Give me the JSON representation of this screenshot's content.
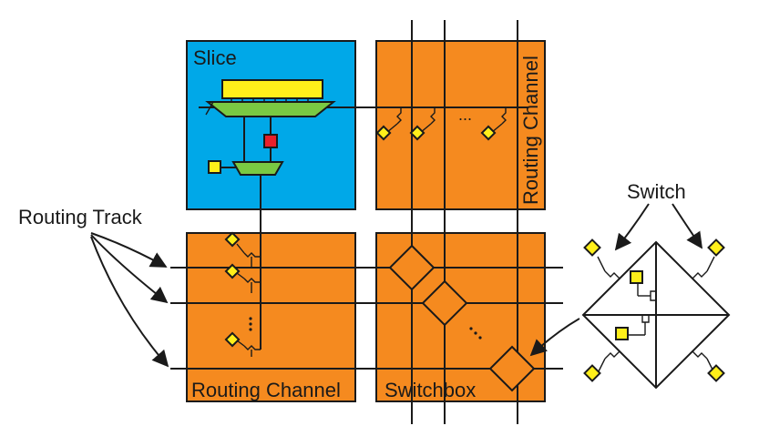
{
  "labels": {
    "slice": "Slice",
    "routing_channel_vertical": "Routing Channel",
    "routing_channel_horizontal": "Routing Channel",
    "switchbox": "Switchbox",
    "routing_track": "Routing Track",
    "switch": "Switch",
    "ellipsis": "..."
  },
  "colors": {
    "slice_fill": "#00a8e8",
    "tile_fill": "#f58a1f",
    "lut_fill": "#ffef1a",
    "mux_fill": "#7ac943",
    "flipflop_fill": "#e8202a",
    "switch_pin_fill": "#ffef1a",
    "stroke": "#1a1a1a"
  }
}
